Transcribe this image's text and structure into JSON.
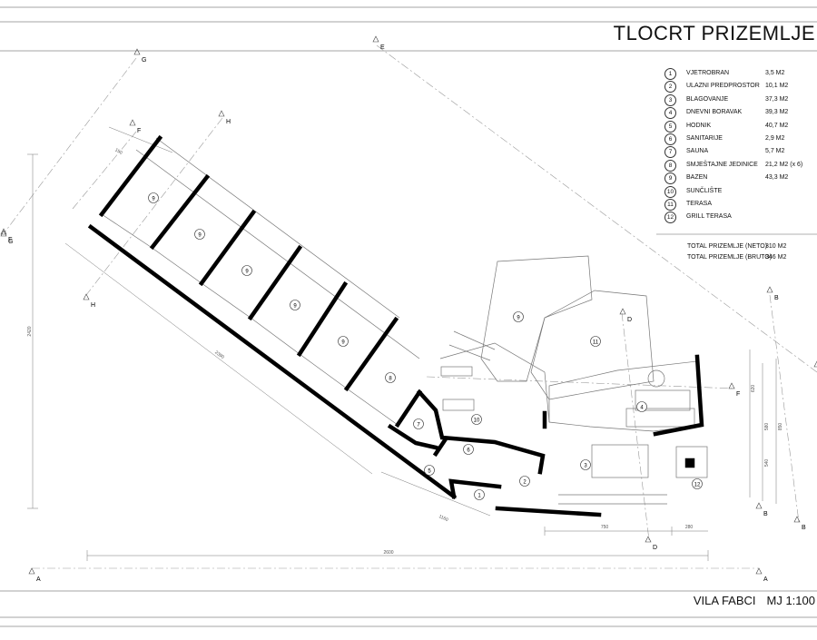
{
  "title": "TLOCRT PRIZEMLJE",
  "footer": {
    "project": "VILA FABCI",
    "scale": "MJ 1:100"
  },
  "legend": [
    {
      "num": "1",
      "name": "VJETROBRAN",
      "area": "3,5 M2"
    },
    {
      "num": "2",
      "name": "ULAZNI PREDPROSTOR",
      "area": "10,1 M2"
    },
    {
      "num": "3",
      "name": "BLAGOVANJE",
      "area": "37,3 M2"
    },
    {
      "num": "4",
      "name": "DNEVNI BORAVAK",
      "area": "39,3 M2"
    },
    {
      "num": "5",
      "name": "HODNIK",
      "area": "40,7 M2"
    },
    {
      "num": "6",
      "name": "SANITARIJE",
      "area": "2,9 M2"
    },
    {
      "num": "7",
      "name": "SAUNA",
      "area": "5,7 M2"
    },
    {
      "num": "8",
      "name": "SMJEŠTAJNE JEDINICE",
      "area": "21,2 M2 (x 6)"
    },
    {
      "num": "9",
      "name": "BAZEN",
      "area": "43,3 M2"
    },
    {
      "num": "10",
      "name": "SUNČLIŠTE",
      "area": ""
    },
    {
      "num": "11",
      "name": "TERASA",
      "area": ""
    },
    {
      "num": "12",
      "name": "GRILL TERASA",
      "area": ""
    }
  ],
  "totals": [
    {
      "label": "TOTAL PRIZEMLJE (NETO)",
      "value": "310 M2"
    },
    {
      "label": "TOTAL PRIZEMLJE (BRUTO)",
      "value": "346 M2"
    }
  ],
  "section_marks": [
    "A",
    "A",
    "B",
    "B",
    "B",
    "B",
    "D",
    "D",
    "E",
    "E",
    "F",
    "F",
    "G",
    "G",
    "H",
    "H"
  ],
  "room_tags": [
    "9",
    "9",
    "9",
    "9",
    "9",
    "8",
    "7",
    "6",
    "5",
    "1",
    "2",
    "3",
    "4",
    "9",
    "11",
    "10",
    "12"
  ],
  "dimensions": [
    "2390",
    "2420",
    "1160",
    "2600",
    "750",
    "280",
    "620",
    "580",
    "540",
    "850",
    "150"
  ]
}
